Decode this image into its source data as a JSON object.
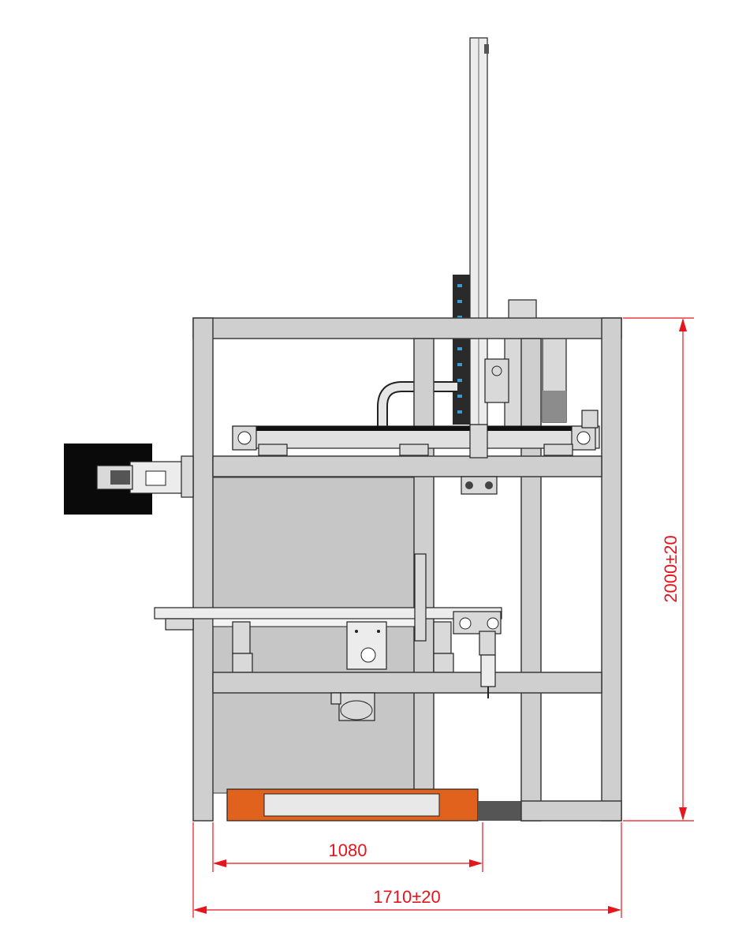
{
  "dimensions": {
    "height_label": "2000±20",
    "inner_width_label": "1080",
    "overall_width_label": "1710±20"
  },
  "colors": {
    "dimension": "#e8141b",
    "frame": "#cfcfcf",
    "pallet": "#e0621c",
    "hopper": "#0a0a0a"
  }
}
